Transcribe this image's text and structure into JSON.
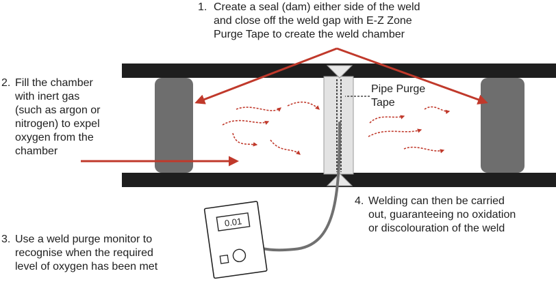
{
  "steps": {
    "step1": {
      "number": "1.",
      "lines": [
        "Create a seal (dam) either side of the weld",
        "and close off the weld gap with E-Z Zone",
        "Purge Tape to create the weld chamber"
      ]
    },
    "step2": {
      "number": "2.",
      "lines": [
        "Fill the chamber",
        "with inert gas",
        "(such as argon or",
        "nitrogen) to expel",
        "oxygen from the",
        "chamber"
      ]
    },
    "step3": {
      "number": "3.",
      "lines": [
        "Use a weld purge monitor to",
        "recognise when the required",
        "level of oxygen has been met"
      ]
    },
    "step4": {
      "number": "4.",
      "lines": [
        "Welding can then be carried",
        "out, guaranteeing no oxidation",
        "or discolouration of the weld"
      ]
    }
  },
  "labels": {
    "pipe_purge_tape": [
      "Pipe Purge",
      "Tape"
    ]
  },
  "monitor": {
    "reading": "0.01"
  },
  "colors": {
    "pipe_wall": "#1e1e1e",
    "dam": "#6e6e6e",
    "arrow": "#c0392b",
    "gas_flow": "#c0392b",
    "tape": "#e3e3e3",
    "cable": "#707070"
  }
}
